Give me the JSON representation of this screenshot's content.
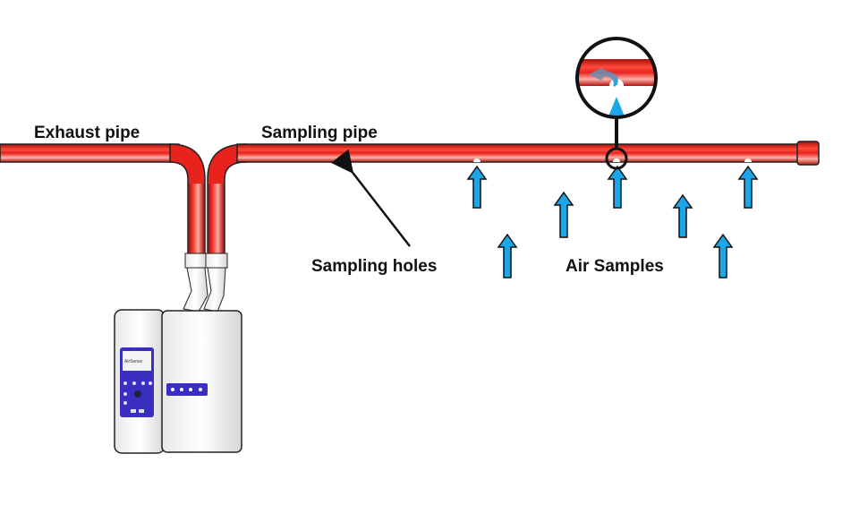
{
  "labels": {
    "exhaust_pipe": "Exhaust pipe",
    "sampling_pipe": "Sampling pipe",
    "sampling_holes": "Sampling holes",
    "air_samples": "Air Samples"
  },
  "device": {
    "logo_text": "AirSense"
  },
  "colors": {
    "pipe": "#e8231e",
    "pipe_dark": "#b3120e",
    "arrow": "#1aa6e8",
    "device_panel": "#3a2fc0"
  }
}
